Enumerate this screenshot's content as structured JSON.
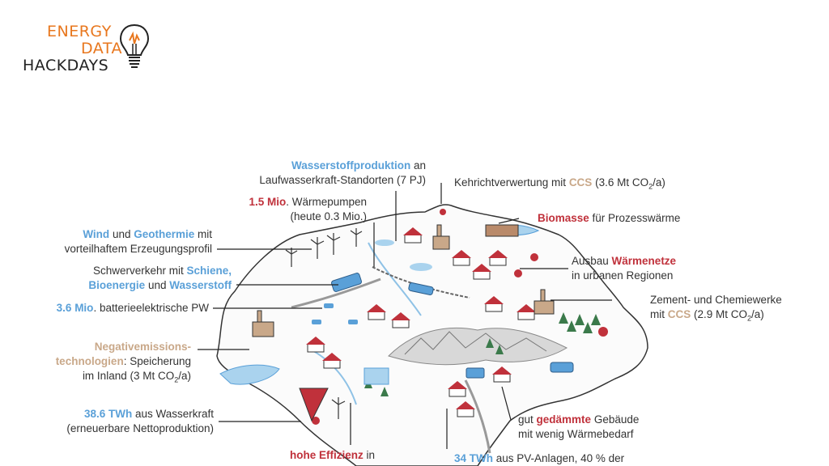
{
  "logo": {
    "line1": "ENERGY",
    "line2": "DATA",
    "line3": "HACKDAYS"
  },
  "labels": {
    "wasserstoff_prod": {
      "hl": "Wasserstoffproduktion",
      "t1": " an",
      "line2": "Laufwasserkraft-Standorten (7 PJ)"
    },
    "waermepumpen": {
      "hl": "1.5 Mio",
      "t1": ". Wärmepumpen",
      "line2": "(heute 0.3 Mio.)"
    },
    "wind": {
      "hl1": "Wind",
      "t1": " und ",
      "hl2": "Geothermie",
      "t2": " mit",
      "line2": "vorteilhaftem Erzeugungsprofil"
    },
    "schwerverkehr": {
      "t1": "Schwerverkehr mit ",
      "hl1": "Schiene,",
      "hl2": "Bioenergie",
      "t2": " und ",
      "hl3": "Wasserstoff"
    },
    "pw": {
      "hl": "3.6 Mio",
      "t1": ". batterieelektrische PW"
    },
    "negativ": {
      "hl1": "Negativemissions-",
      "hl2": "technologien",
      "t1": ":  Speicherung",
      "line3a": "im Inland (3 Mt CO",
      "sub": "2",
      "line3b": "/a)"
    },
    "wasserkraft": {
      "hl": "38.6 TWh",
      "t1": " aus Wasserkraft",
      "line2": "(erneuerbare Nettoproduktion)"
    },
    "effizienz": {
      "hl": "hohe Effizienz",
      "t1": " in"
    },
    "kehricht": {
      "t1": "Kehrichtverwertung mit ",
      "hl": "CCS",
      "t2": " (3.6 Mt CO",
      "sub": "2",
      "t3": "/a)"
    },
    "biomasse": {
      "hl": "Biomasse",
      "t1": " für Prozesswärme"
    },
    "waermenetze": {
      "t1": "Ausbau ",
      "hl": "Wärmenetze",
      "line2": "in urbanen Regionen"
    },
    "zement": {
      "line1": "Zement- und Chemiewerke",
      "t1": "mit ",
      "hl": "CCS",
      "t2": " (2.9 Mt CO",
      "sub": "2",
      "t3": "/a)"
    },
    "gebaeude": {
      "t1": "gut ",
      "hl": "gedämmte",
      "t2": " Gebäude",
      "line2": "mit wenig Wärmebedarf"
    },
    "pv": {
      "hl": "34 TWh",
      "t1": " aus PV-Anlagen, 40 % der"
    }
  },
  "colors": {
    "orange": "#e8771e",
    "blue": "#5aa0d8",
    "red": "#c0313b",
    "tan": "#c9a889"
  }
}
